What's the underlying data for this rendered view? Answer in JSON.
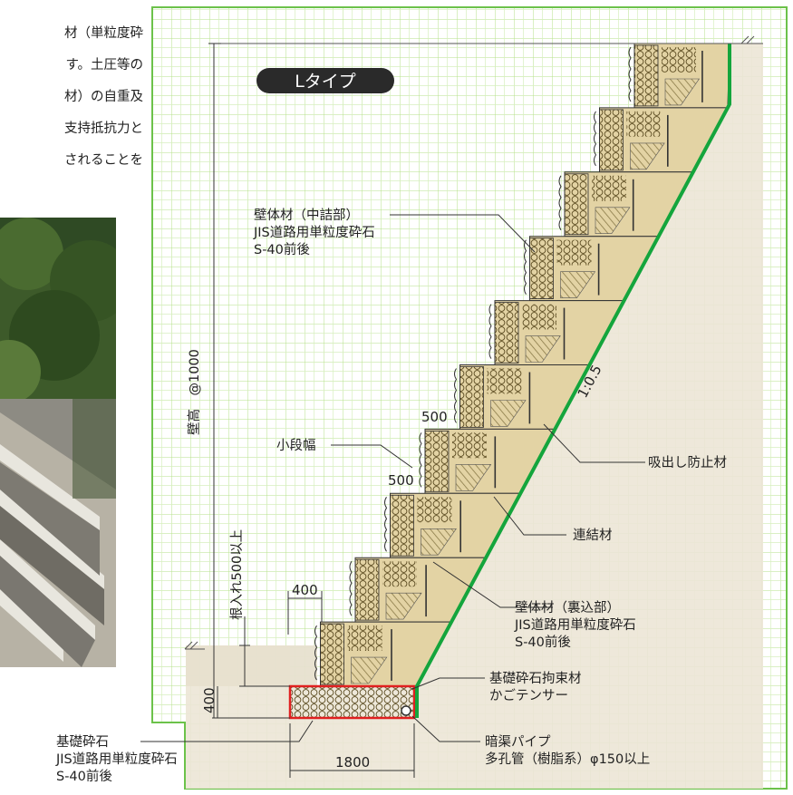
{
  "intro_lines": [
    "材（単粒度砕",
    "す。土圧等の",
    "材）の自重及",
    "支持抵抗力と",
    "されることを"
  ],
  "type_badge": "Lタイプ",
  "labels": {
    "wall_infill_title": "壁体材（中詰部）",
    "wall_infill_spec": "JIS道路用単粒度砕石",
    "wall_infill_grade": "S-40前後",
    "wall_height": "壁高　@1000",
    "slope": "1:0.5",
    "dim_500_upper": "500",
    "dim_500_lower": "500",
    "small_step_width": "小段幅",
    "suction_prevention": "吸出し防止材",
    "connector": "連結材",
    "embedment": "根入れ500以上",
    "dim_400_top": "400",
    "wall_backfill_title": "壁体材（裏込部）",
    "wall_backfill_spec": "JIS道路用単粒度砕石",
    "wall_backfill_grade": "S-40前後",
    "dim_400_side": "400",
    "foundation_restraint_title": "基礎砕石拘束材",
    "foundation_restraint_sub": "かごテンサー",
    "foundation_stone_title": "基礎砕石",
    "foundation_stone_spec": "JIS道路用単粒度砕石",
    "foundation_stone_grade": "S-40前後",
    "drain_pipe_title": "暗渠パイプ",
    "drain_pipe_spec": "多孔管（樹脂系）φ150以上",
    "dim_1800": "1800"
  },
  "colors": {
    "grid_line": "#b5e08a",
    "grid_border": "#6cc24a",
    "earth": "#ece6d6",
    "block_fill": "#e3d3a4",
    "hatch": "#7a6a3a",
    "green_line": "#14a53c",
    "base_outline": "#e02020",
    "badge_bg": "#2a2a2a"
  }
}
